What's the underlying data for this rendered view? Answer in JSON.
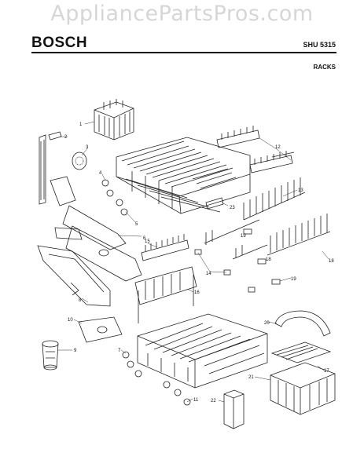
{
  "watermark": "AppliancePartsPros.com",
  "header": {
    "brand": "BOSCH",
    "model": "SHU 5315",
    "section": "RACKS"
  },
  "callouts": [
    "1",
    "2",
    "3",
    "4",
    "5",
    "6",
    "8",
    "9",
    "10",
    "11",
    "12",
    "13",
    "14",
    "15",
    "16",
    "17",
    "18",
    "19",
    "20",
    "21",
    "22",
    "23",
    "7",
    "18",
    "19"
  ]
}
